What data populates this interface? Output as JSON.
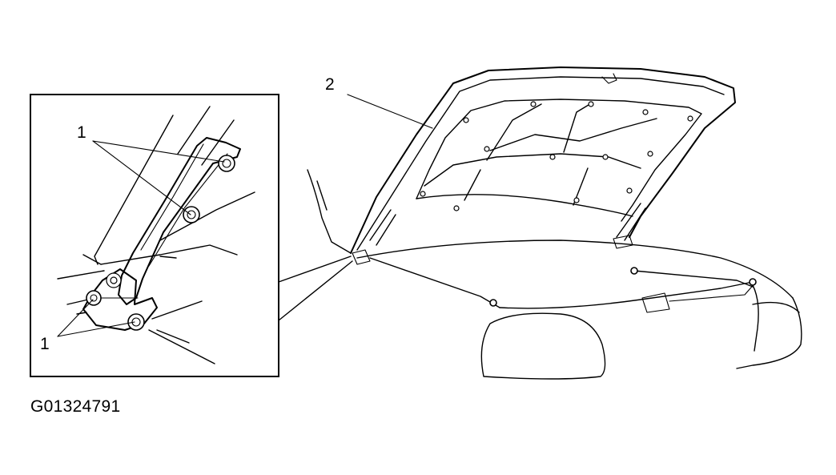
{
  "figure_id": "G01324791",
  "callouts": {
    "hinge_bolts_upper": "1",
    "hinge_bolts_lower": "1",
    "hood": "2"
  }
}
